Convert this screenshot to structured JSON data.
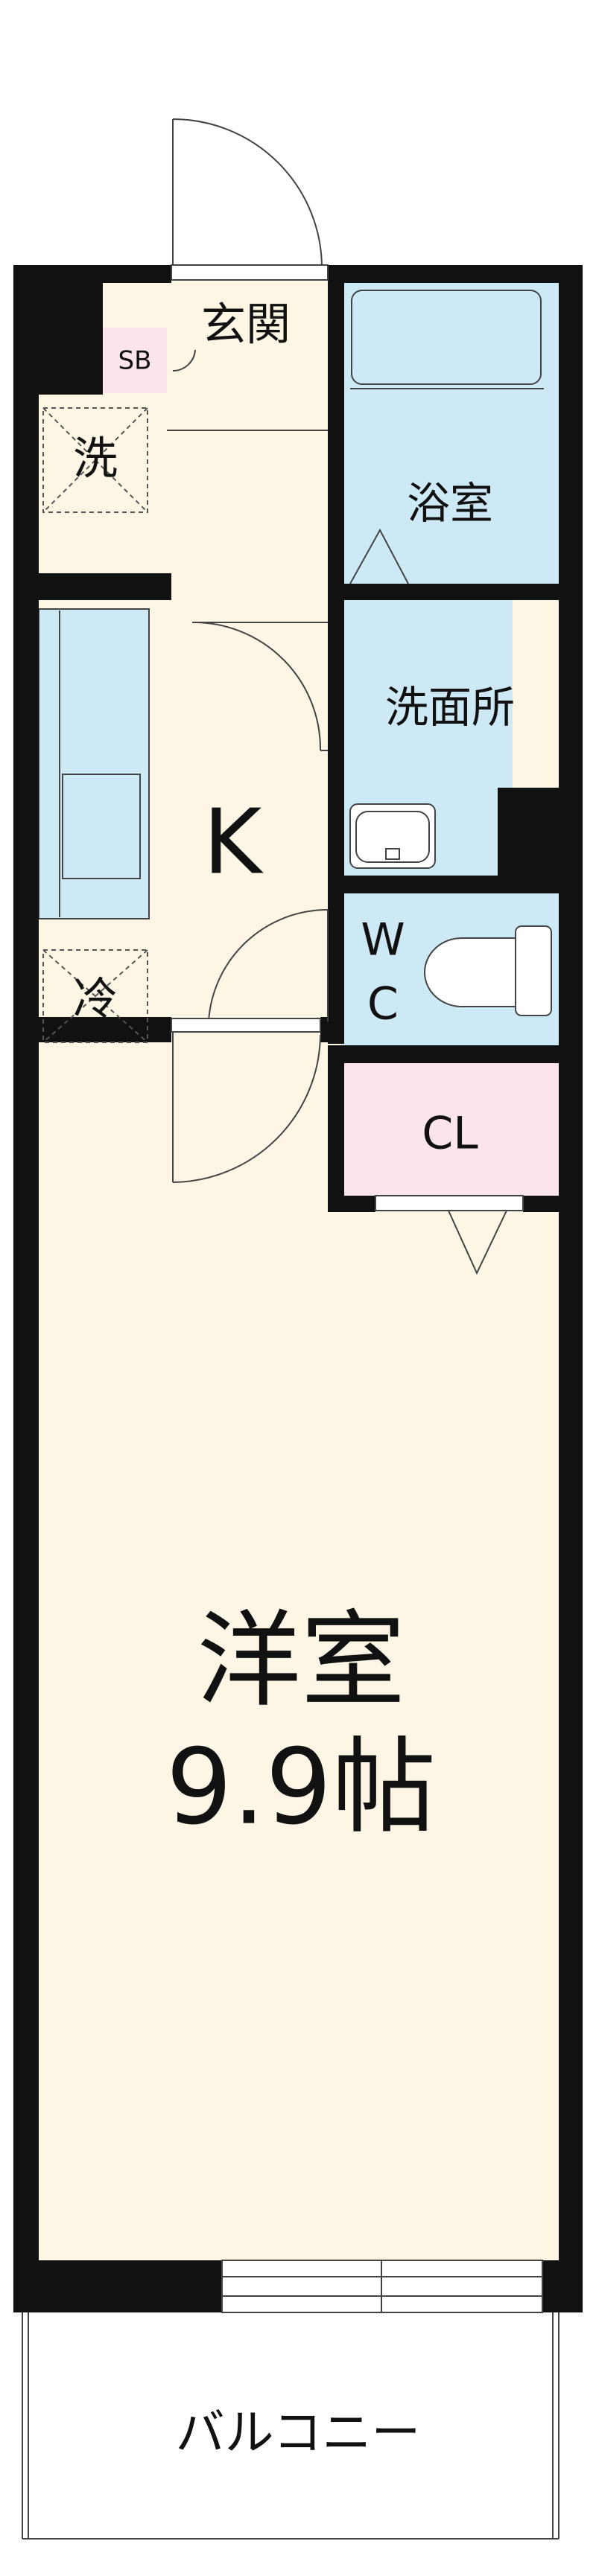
{
  "colors": {
    "wall": "#111111",
    "floor": "#fdf6e4",
    "wet_area": "#cde9f6",
    "closet": "#fbe4ec",
    "shoe_box": "#fbe4ec",
    "balcony": "#ffffff",
    "line": "#444444"
  },
  "rooms": {
    "entrance": "玄関",
    "shoe_box": "SB",
    "washer": "洗",
    "bathroom": "浴室",
    "washroom": "洗面所",
    "kitchen": "K",
    "fridge": "冷",
    "toilet_w": "W",
    "toilet_c": "C",
    "closet": "CL",
    "western_room": "洋室",
    "western_room_size": "9.9帖",
    "balcony": "バルコニー"
  },
  "icons": [
    "door-swing-icon",
    "bathtub-icon",
    "washbasin-icon",
    "toilet-icon",
    "kitchen-counter-icon",
    "sink-icon",
    "sliding-window-icon"
  ]
}
